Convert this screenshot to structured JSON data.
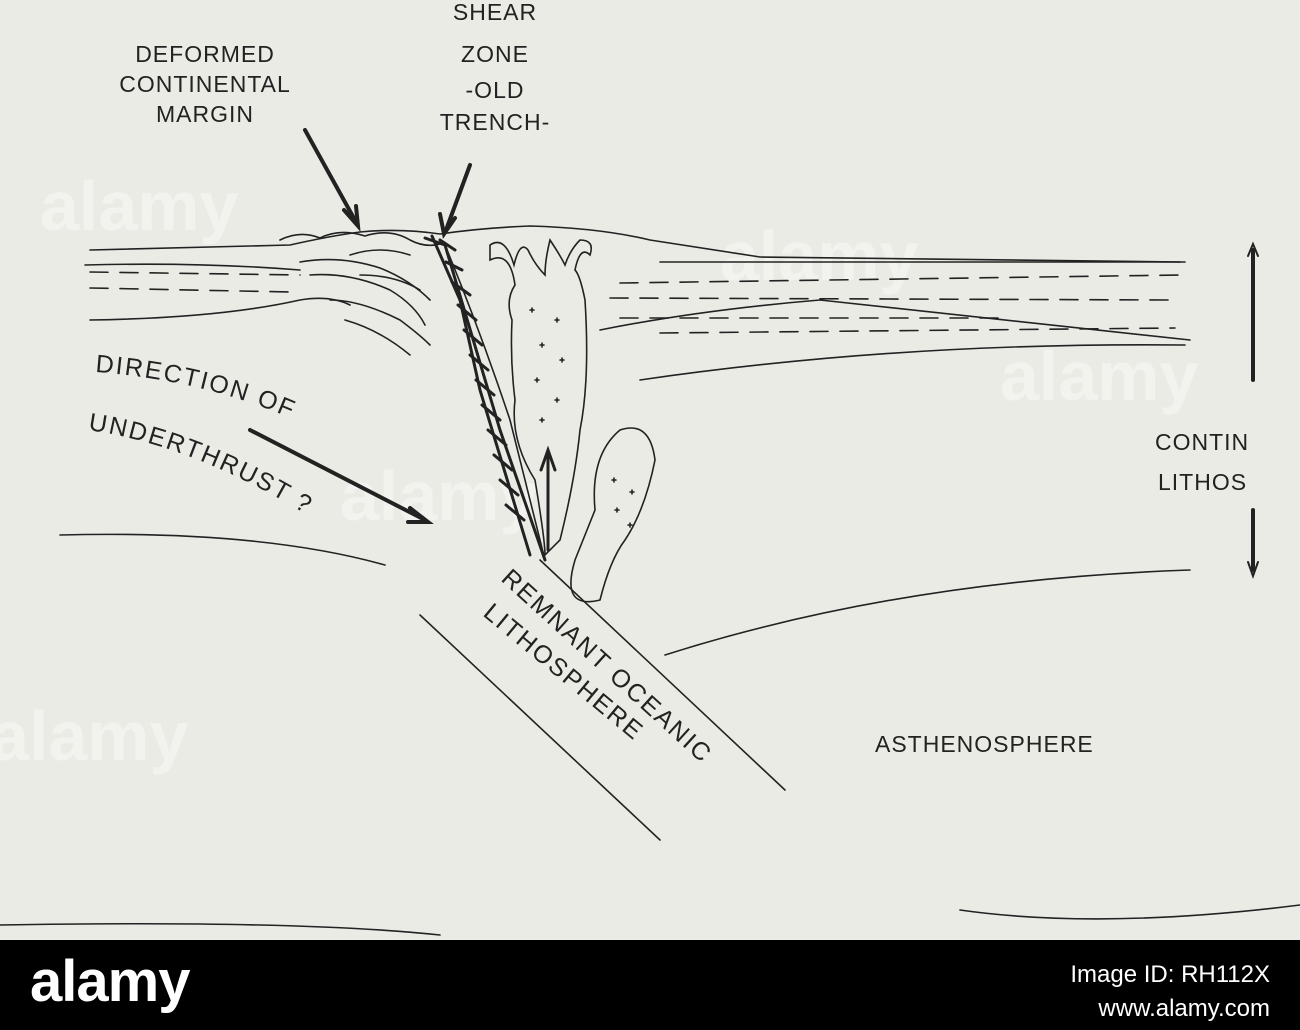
{
  "diagram": {
    "labels": {
      "deformed_margin": [
        "DEFORMED",
        "CONTINENTAL",
        "MARGIN"
      ],
      "shear_zone": [
        "SHEAR",
        "ZONE",
        "-OLD",
        "TRENCH-"
      ],
      "direction": "DIRECTION OF",
      "underthrust": "UNDERTHRUST ?",
      "continental_lithosphere": [
        "CONTIN",
        "LITHOS"
      ],
      "remnant": "REMNANT OCEANIC",
      "lithosphere": "LITHOSPHERE",
      "asthenosphere": "ASTHENOSPHERE"
    },
    "watermarks": [
      "alamy",
      "alamy",
      "alamy",
      "alamy",
      "alamy"
    ]
  },
  "footer": {
    "brand": "alamy",
    "image_id": "Image ID: RH112X",
    "site": "www.alamy.com"
  }
}
